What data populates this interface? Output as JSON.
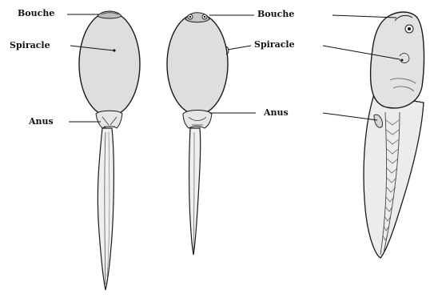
{
  "labels": {
    "bouche": "Bouche",
    "spiracle": "Spiracle",
    "anus": "Anus"
  },
  "colors": {
    "body_fill": "#dedede",
    "outline": "#1a1a1a",
    "tail_fill": "#ececec"
  }
}
